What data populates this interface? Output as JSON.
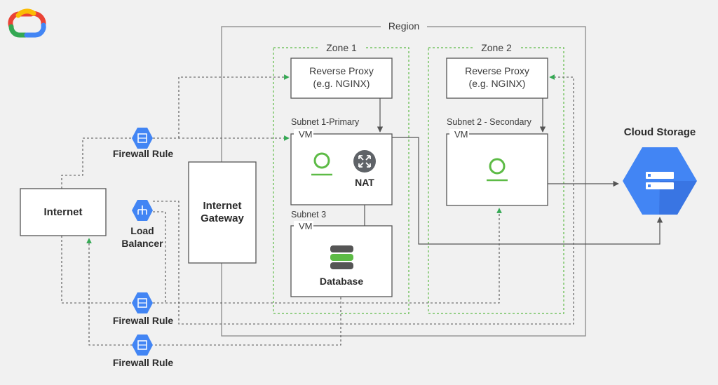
{
  "diagram": {
    "region_label": "Region",
    "zone1_label": "Zone 1",
    "zone2_label": "Zone 2",
    "reverse_proxy_1": {
      "line1": "Reverse Proxy",
      "line2": "(e.g. NGINX)"
    },
    "reverse_proxy_2": {
      "line1": "Reverse Proxy",
      "line2": "(e.g. NGINX)"
    },
    "subnet1_label": "Subnet 1-Primary",
    "subnet2_label": "Subnet 2 - Secondary",
    "subnet3_label": "Subnet 3",
    "vm_label": "VM",
    "nat_label": "NAT",
    "database_label": "Database",
    "internet_label": "Internet",
    "gateway": {
      "line1": "Internet",
      "line2": "Gateway"
    },
    "cloud_storage_label": "Cloud Storage",
    "load_balancer": {
      "line1": "Load",
      "line2": "Balancer"
    },
    "firewall_rule_label": "Firewall Rule"
  },
  "colors": {
    "accent_green": "#5dbb46",
    "gcp_blue": "#4285f4",
    "gcp_blue_dark": "#3367d6",
    "arrow_green": "#34a853",
    "logo": [
      "#ea4335",
      "#fbbc04",
      "#34a853",
      "#4285f4"
    ]
  },
  "icons": {
    "logo": "google-cloud-logo",
    "vm_instance": "vm-instance-icon",
    "nat": "nat-icon",
    "database": "database-icon",
    "cloud_storage": "cloud-storage-icon",
    "firewall": "firewall-icon",
    "load_balancer": "load-balancer-icon"
  }
}
